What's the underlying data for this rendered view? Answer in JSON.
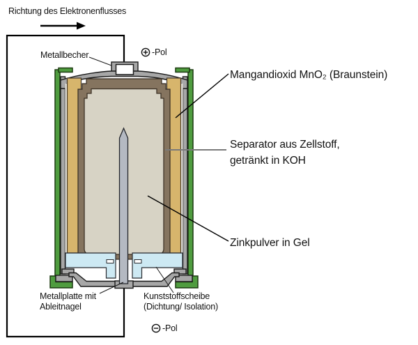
{
  "labels": {
    "flow_direction": "Richtung des Elektronenflusses",
    "metal_cup": "Metallbecher",
    "plus_pole": "-Pol",
    "minus_pole": "-Pol",
    "manganese_dioxide": "Mangandioxid MnO₂ (Braunstein)",
    "separator_line1": "Separator aus Zellstoff,",
    "separator_line2": "getränkt in KOH",
    "zinc_powder": "Zinkpulver in Gel",
    "metal_plate_line1": "Metallplatte mit",
    "metal_plate_line2": "Ableitnagel",
    "plastic_disc_line1": "Kunststoffscheibe",
    "plastic_disc_line2": "(Dichtung/ Isolation)"
  },
  "colors": {
    "label_green": "#4f9c3f",
    "green_outline": "#1c3a10",
    "metal_gray": "#a7a7a7",
    "outline_dark": "#1a1a1a",
    "mno2_tan": "#d7b56c",
    "tan_outline": "#473a2a",
    "separator_brown": "#85745f",
    "brown_outline": "#352b20",
    "zinc_gel": "#d7d3c5",
    "gel_outline": "#3c3226",
    "nail_gray": "#b4b9c2",
    "nail_outline": "#23252b",
    "plastic_blue": "#cde9f3",
    "blue_outline": "#27292e",
    "gap_white": "#eceae3",
    "wire_black": "#000000",
    "pointer_gray": "#7a7a7a",
    "text": "#111111"
  }
}
